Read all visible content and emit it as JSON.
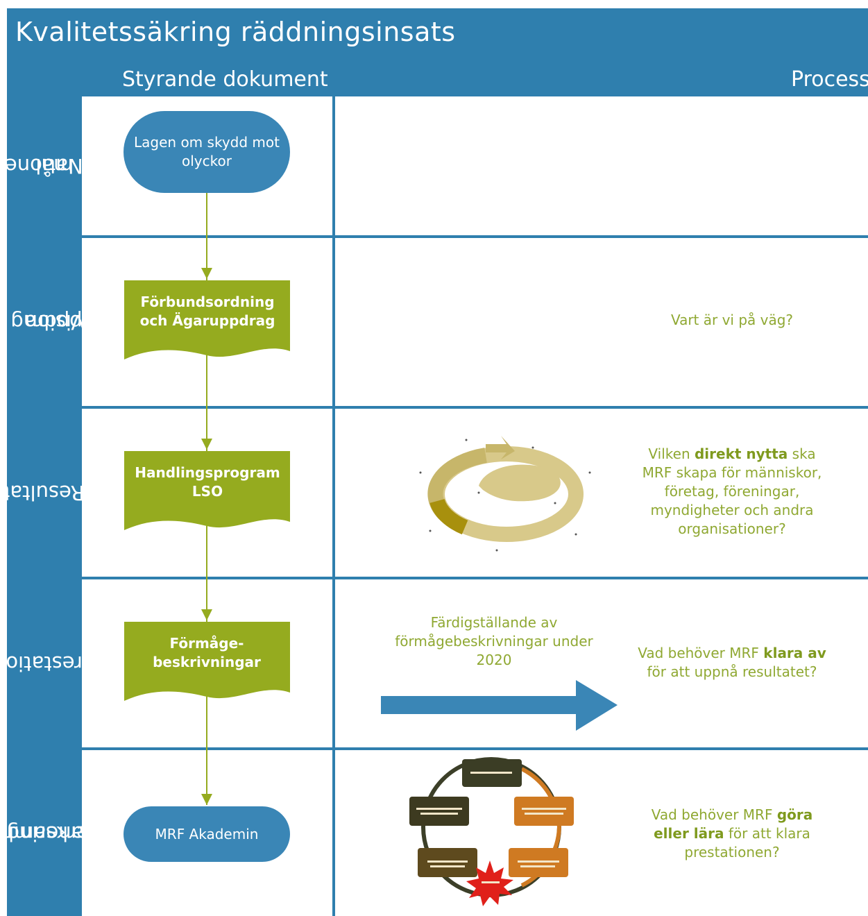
{
  "title": "Kvalitetssäkring räddningsinsats",
  "columns": {
    "documents": "Styrande dokument",
    "process": "Process"
  },
  "lanes": [
    {
      "label_lines": [
        "Nationella",
        "mål"
      ]
    },
    {
      "label_lines": [
        "Uppdrag och",
        "Vision"
      ]
    },
    {
      "label_lines": [
        "Resultat"
      ]
    },
    {
      "label_lines": [
        "Prestation"
      ]
    },
    {
      "label_lines": [
        "Verksamhets-",
        "planering"
      ]
    }
  ],
  "documents": {
    "lso": "Lagen om skydd mot olyckor",
    "forbundsordning": "Förbundsordning och Ägaruppdrag",
    "handlingsprogram": "Handlingsprogram LSO",
    "formage": "Förmåge-beskrivningar",
    "akademin": "MRF Akademin"
  },
  "process": {
    "progress_note": "Färdigställande av förmågebeskrivningar under 2020"
  },
  "questions": {
    "vision": "Vart är vi på väg?",
    "resultat": {
      "pre": "Vilken ",
      "bold": "direkt nytta",
      "post": " ska MRF skapa för människor, företag, föreningar, myndigheter och andra organisationer?"
    },
    "prestation": {
      "pre": "Vad behöver MRF ",
      "bold": "klara av",
      "post": " för att uppnå resultatet?"
    },
    "verksamhet": {
      "pre": "Vad behöver MRF ",
      "bold": "göra eller lära",
      "post": " för att klara prestationen?"
    }
  },
  "colors": {
    "frame": "#2f7fae",
    "green_doc": "#95ab1f",
    "blue_shape": "#3a86b6",
    "question_text": "#8fa832",
    "cycle_tan": "#d8c98a",
    "cycle_olive": "#a8900d"
  }
}
